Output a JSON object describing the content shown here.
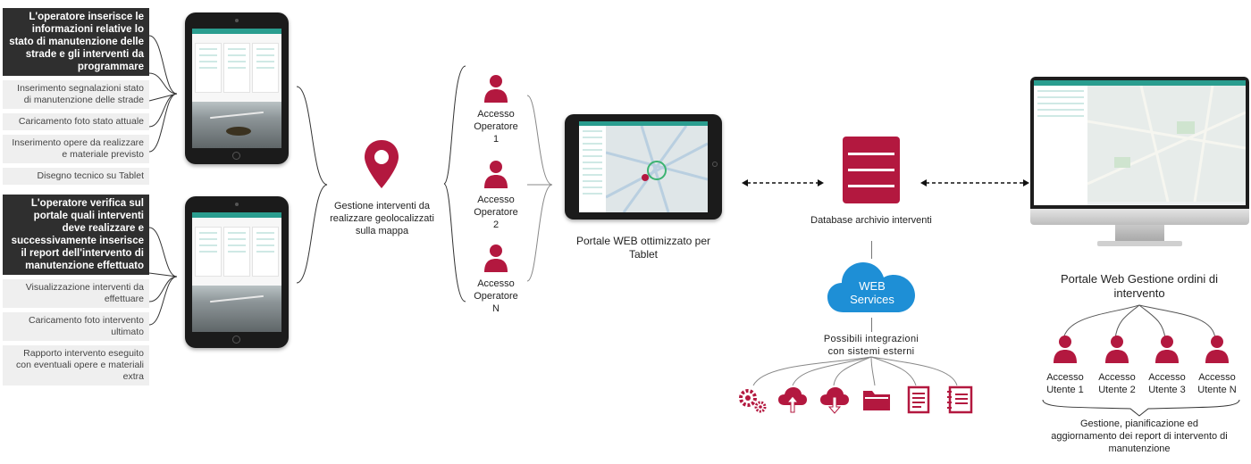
{
  "colors": {
    "accent": "#b3183f",
    "cloud": "#1e8fd6",
    "dark_box": "#2f2f2f",
    "light_box": "#efefef",
    "teal": "#2a9d8f"
  },
  "left_top": {
    "header": "L'operatore inserisce le informazioni relative lo stato di manutenzione delle strade e gli interventi da programmare",
    "items": [
      "Inserimento segnalazioni stato di manutenzione delle strade",
      "Caricamento foto stato attuale",
      "Inserimento opere da realizzare e materiale previsto",
      "Disegno tecnico su Tablet"
    ]
  },
  "left_bottom": {
    "header": "L'operatore verifica sul portale quali interventi deve realizzare e successivamente inserisce il report dell'intervento di manutenzione effettuato",
    "items": [
      "Visualizzazione interventi da effettuare",
      "Caricamento foto intervento ultimato",
      "Rapporto intervento eseguito con eventuali opere e materiali extra"
    ]
  },
  "geo": {
    "label": "Gestione interventi da realizzare geolocalizzati sulla mappa",
    "icon": "map-pin-icon"
  },
  "operators": [
    {
      "label": "Accesso Operatore 1"
    },
    {
      "label": "Accesso Operatore 2"
    },
    {
      "label": "Accesso Operatore N"
    }
  ],
  "tablet_portal": {
    "label": "Portale WEB ottimizzato per Tablet"
  },
  "database": {
    "label": "Database archivio interventi",
    "icon": "database-icon"
  },
  "web_services": {
    "label_line1": "WEB",
    "label_line2": "Services",
    "icon": "cloud-icon"
  },
  "integrations": {
    "label": "Possibili integrazioni con sistemi esterni",
    "icons": [
      "gears-icon",
      "cloud-upload-icon",
      "cloud-download-icon",
      "folder-icon",
      "document-icon",
      "notepad-icon"
    ]
  },
  "desktop_portal": {
    "label": "Portale Web Gestione ordini di intervento"
  },
  "users": [
    {
      "label_line1": "Accesso",
      "label_line2": "Utente 1"
    },
    {
      "label_line1": "Accesso",
      "label_line2": "Utente 2"
    },
    {
      "label_line1": "Accesso",
      "label_line2": "Utente 3"
    },
    {
      "label_line1": "Accesso",
      "label_line2": "Utente N"
    }
  ],
  "management": {
    "label": "Gestione, pianificazione ed aggiornamento dei report di intervento di manutenzione"
  }
}
